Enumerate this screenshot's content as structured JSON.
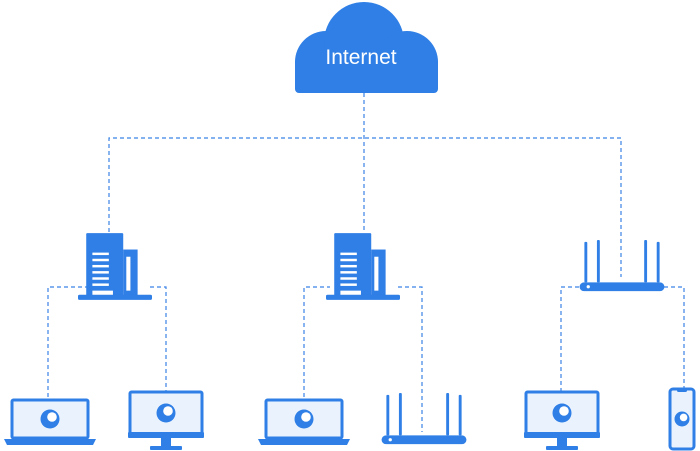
{
  "cloud": {
    "label": "Internet"
  },
  "colors": {
    "accent": "#2f7fe6",
    "link": "#3b83e6",
    "screen_fill": "#eaf3fd",
    "background": "#ffffff"
  },
  "nodes": [
    {
      "id": "internet",
      "icon": "cloud-icon",
      "parent": null
    },
    {
      "id": "building-left",
      "icon": "office-building-icon",
      "parent": "internet"
    },
    {
      "id": "building-center",
      "icon": "office-building-icon",
      "parent": "internet"
    },
    {
      "id": "router-right",
      "icon": "wifi-router-icon",
      "parent": "internet"
    },
    {
      "id": "laptop-1",
      "icon": "laptop-icon",
      "parent": "building-left"
    },
    {
      "id": "desktop-1",
      "icon": "desktop-monitor-icon",
      "parent": "building-left"
    },
    {
      "id": "laptop-2",
      "icon": "laptop-icon",
      "parent": "building-center"
    },
    {
      "id": "router-center",
      "icon": "wifi-router-icon",
      "parent": "building-center"
    },
    {
      "id": "desktop-2",
      "icon": "desktop-monitor-icon",
      "parent": "router-right"
    },
    {
      "id": "phone-1",
      "icon": "smartphone-icon",
      "parent": "router-right"
    }
  ]
}
